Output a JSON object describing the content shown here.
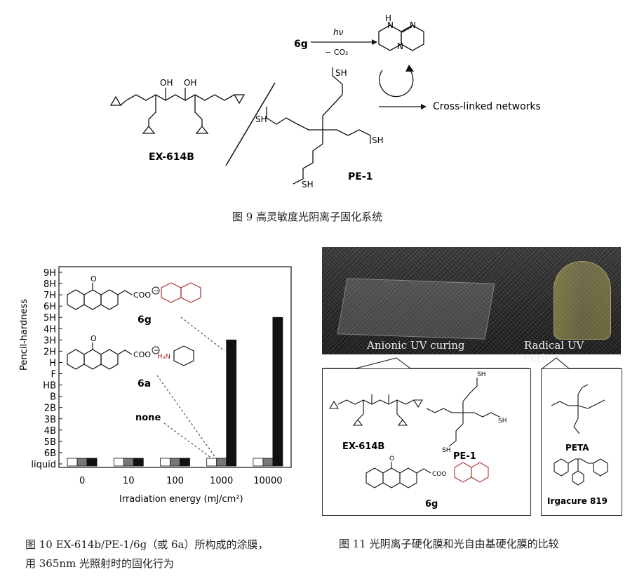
{
  "fig9": {
    "reagent": "6g",
    "hv": "hν",
    "minus_co2": "− CO₂",
    "product_label": "Cross-linked networks",
    "left_compound": "EX-614B",
    "right_compound": "PE-1",
    "caption": "图 9  高灵敏度光阴离子固化系统"
  },
  "fig10": {
    "caption_line1": "图 10 EX-614b/PE-1/6g（或 6a）所构成的涂膜，",
    "caption_line2": "用 365nm 光照射时的固化行为",
    "inset_labels": [
      "6g",
      "6a",
      "none"
    ],
    "coo": "COO",
    "chart_data": {
      "type": "bar",
      "xlabel": "Irradiation energy (mJ/cm²)",
      "ylabel": "Pencil-hardness",
      "categories": [
        "0",
        "10",
        "100",
        "1000",
        "10000"
      ],
      "y_ticks": [
        "liquid",
        "6B",
        "5B",
        "4B",
        "3B",
        "2B",
        "B",
        "HB",
        "F",
        "H",
        "2H",
        "3H",
        "4H",
        "5H",
        "6H",
        "7H",
        "8H",
        "9H"
      ],
      "series": [
        {
          "name": "none",
          "color": "#ffffff",
          "values": [
            "liquid",
            "liquid",
            "liquid",
            "liquid",
            "liquid"
          ]
        },
        {
          "name": "6a",
          "color": "#777777",
          "values": [
            "liquid",
            "liquid",
            "liquid",
            "liquid",
            "liquid"
          ]
        },
        {
          "name": "6g",
          "color": "#111111",
          "values": [
            "liquid",
            "liquid",
            "liquid",
            "3H",
            "5H"
          ]
        }
      ]
    }
  },
  "fig11": {
    "photo_left_caption": "Anionic UV curing",
    "photo_right_caption": "Radical UV curing",
    "compounds": [
      "EX-614B",
      "PE-1",
      "6g",
      "PETA",
      "Irgacure 819"
    ],
    "caption": "图 11  光阴离子硬化膜和光自由基硬化膜的比较"
  }
}
